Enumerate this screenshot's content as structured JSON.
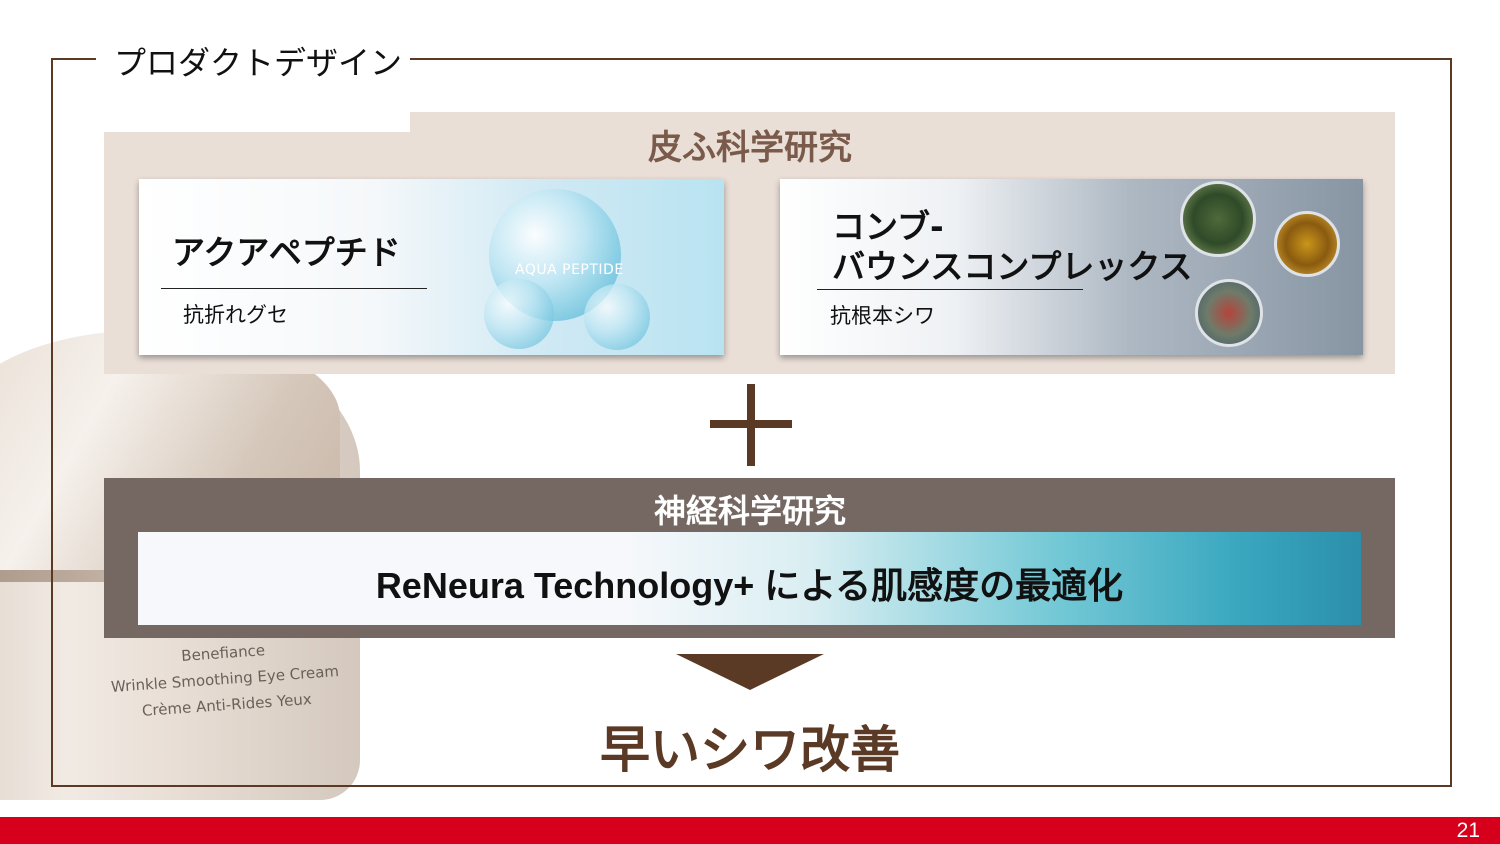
{
  "slide": {
    "section_title": "プロダクトデザイン",
    "page_number": "21"
  },
  "skin_research": {
    "title": "皮ふ科学研究",
    "card_aqua": {
      "title": "アクアペプチド",
      "subtitle": "抗折れグセ",
      "image_label": "AQUA PEPTIDE"
    },
    "card_complex": {
      "title_line1": "コンブ-",
      "title_line2": "バウンスコンプレックス",
      "subtitle": "抗根本シワ"
    }
  },
  "neuro_research": {
    "title": "神経科学研究",
    "tagline": "ReNeura Technology+ による肌感度の最適化"
  },
  "result": {
    "text": "早いシワ改善"
  },
  "product_label": {
    "line1": "Benefiance",
    "line2": "Wrinkle Smoothing Eye Cream",
    "line3": "Crème Anti-Rides Yeux"
  },
  "colors": {
    "frame": "#5b3a25",
    "skin_panel": "#eadfd7",
    "neuro_panel": "#756863",
    "footer": "#d6001c"
  }
}
